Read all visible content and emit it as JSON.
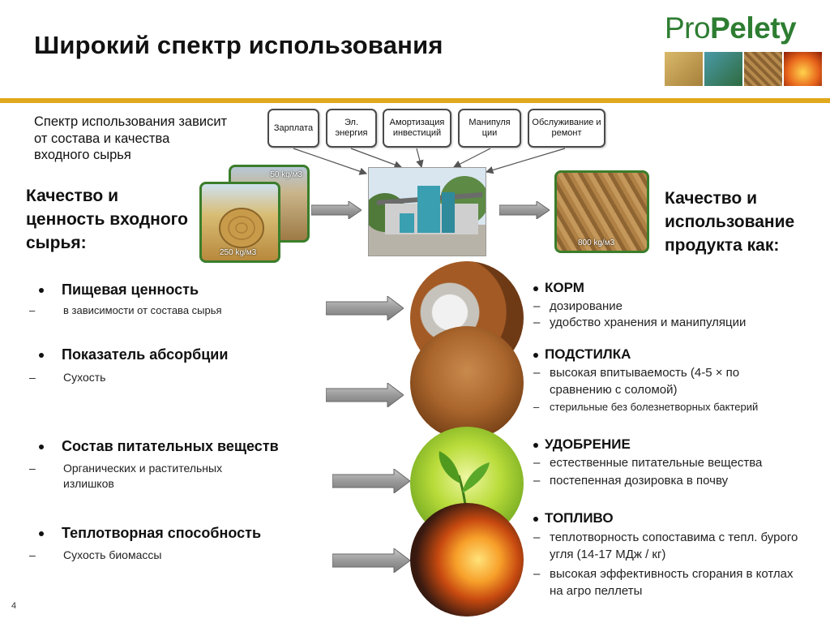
{
  "header": {
    "title": "Широкий спектр использования",
    "logo_pro": "Pro",
    "logo_peletsy": "Pelety",
    "accent_color": "#e0a81c",
    "brand_color": "#2e7d32"
  },
  "spectrum_note": "Спектр использования зависит от состава и качества входного сырья",
  "input_title": "Качество и ценность входного сырья:",
  "output_title": "Качество и использование продукта как:",
  "cost_factors": [
    {
      "label": "Зарплата"
    },
    {
      "label": "Эл. энергия"
    },
    {
      "label": "Амортизация инвестиций"
    },
    {
      "label": "Манипуля ции"
    },
    {
      "label": "Обслуживание и ремонт"
    }
  ],
  "tiles": {
    "back_label": "50 kg/м3",
    "front_label": "250 kg/м3",
    "pellet_label": "800 kg/м3"
  },
  "left_bullets": [
    {
      "title": "Пищевая ценность",
      "subs": [
        "в зависимости от состава сырья"
      ]
    },
    {
      "title": "Показатель абсорбции",
      "subs": [
        "Сухость"
      ]
    },
    {
      "title": "Состав питательных веществ",
      "subs": [
        "Органических и растительных излишков"
      ]
    },
    {
      "title": "Теплотворная способность",
      "subs": [
        "Сухость биомассы"
      ]
    }
  ],
  "right_bullets": [
    {
      "title": "КОРМ",
      "subs": [
        "дозирование",
        "удобство хранения и манипуляции"
      ]
    },
    {
      "title": "ПОДСТИЛКА",
      "subs": [
        "высокая впитываемость (4-5 × по сравнению с соломой)",
        "стерильные без болезнетворных бактерий"
      ]
    },
    {
      "title": "УДОБРЕНИЕ",
      "subs": [
        "естественные питательные вещества",
        "постепенная дозировка в почву"
      ]
    },
    {
      "title": "ТОПЛИВО",
      "subs": [
        "теплотворность сопоставима с тепл. бурого угля (14-17 МДж / кг)",
        "высокая эффективность сгорания в котлах на агро пеллеты"
      ]
    }
  ],
  "page_number": "4"
}
